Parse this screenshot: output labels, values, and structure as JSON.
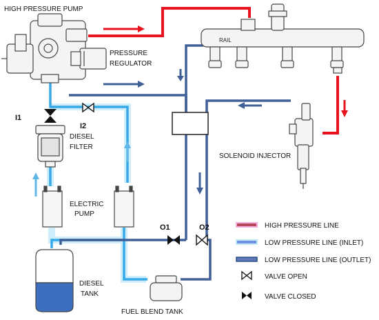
{
  "labels": {
    "pump": "HIGH PRESSURE PUMP",
    "regulator_1": "PRESSURE",
    "regulator_2": "REGULATOR",
    "rail": "RAIL",
    "injector": "SOLENOID INJECTOR",
    "filter_1": "DIESEL",
    "filter_2": "FILTER",
    "electric_pump_1": "ELECTRIC",
    "electric_pump_2": "PUMP",
    "diesel_tank_1": "DIESEL",
    "diesel_tank_2": "TANK",
    "blend_tank": "FUEL BLEND TANK"
  },
  "valves": {
    "i1": "I1",
    "i2": "I2",
    "o1": "O1",
    "o2": "O2"
  },
  "legend": {
    "high": "HIGH PRESSURE LINE",
    "inlet": "LOW PRESSURE LINE (INLET)",
    "outlet": "LOW PRESSURE LINE (OUTLET)",
    "open": "VALVE OPEN",
    "closed": "VALVE CLOSED"
  },
  "colors": {
    "high_pressure": "#e8121c",
    "inlet": "#36a9e8",
    "outlet": "#3f5f96",
    "tank_fill": "#3d6fc0"
  }
}
